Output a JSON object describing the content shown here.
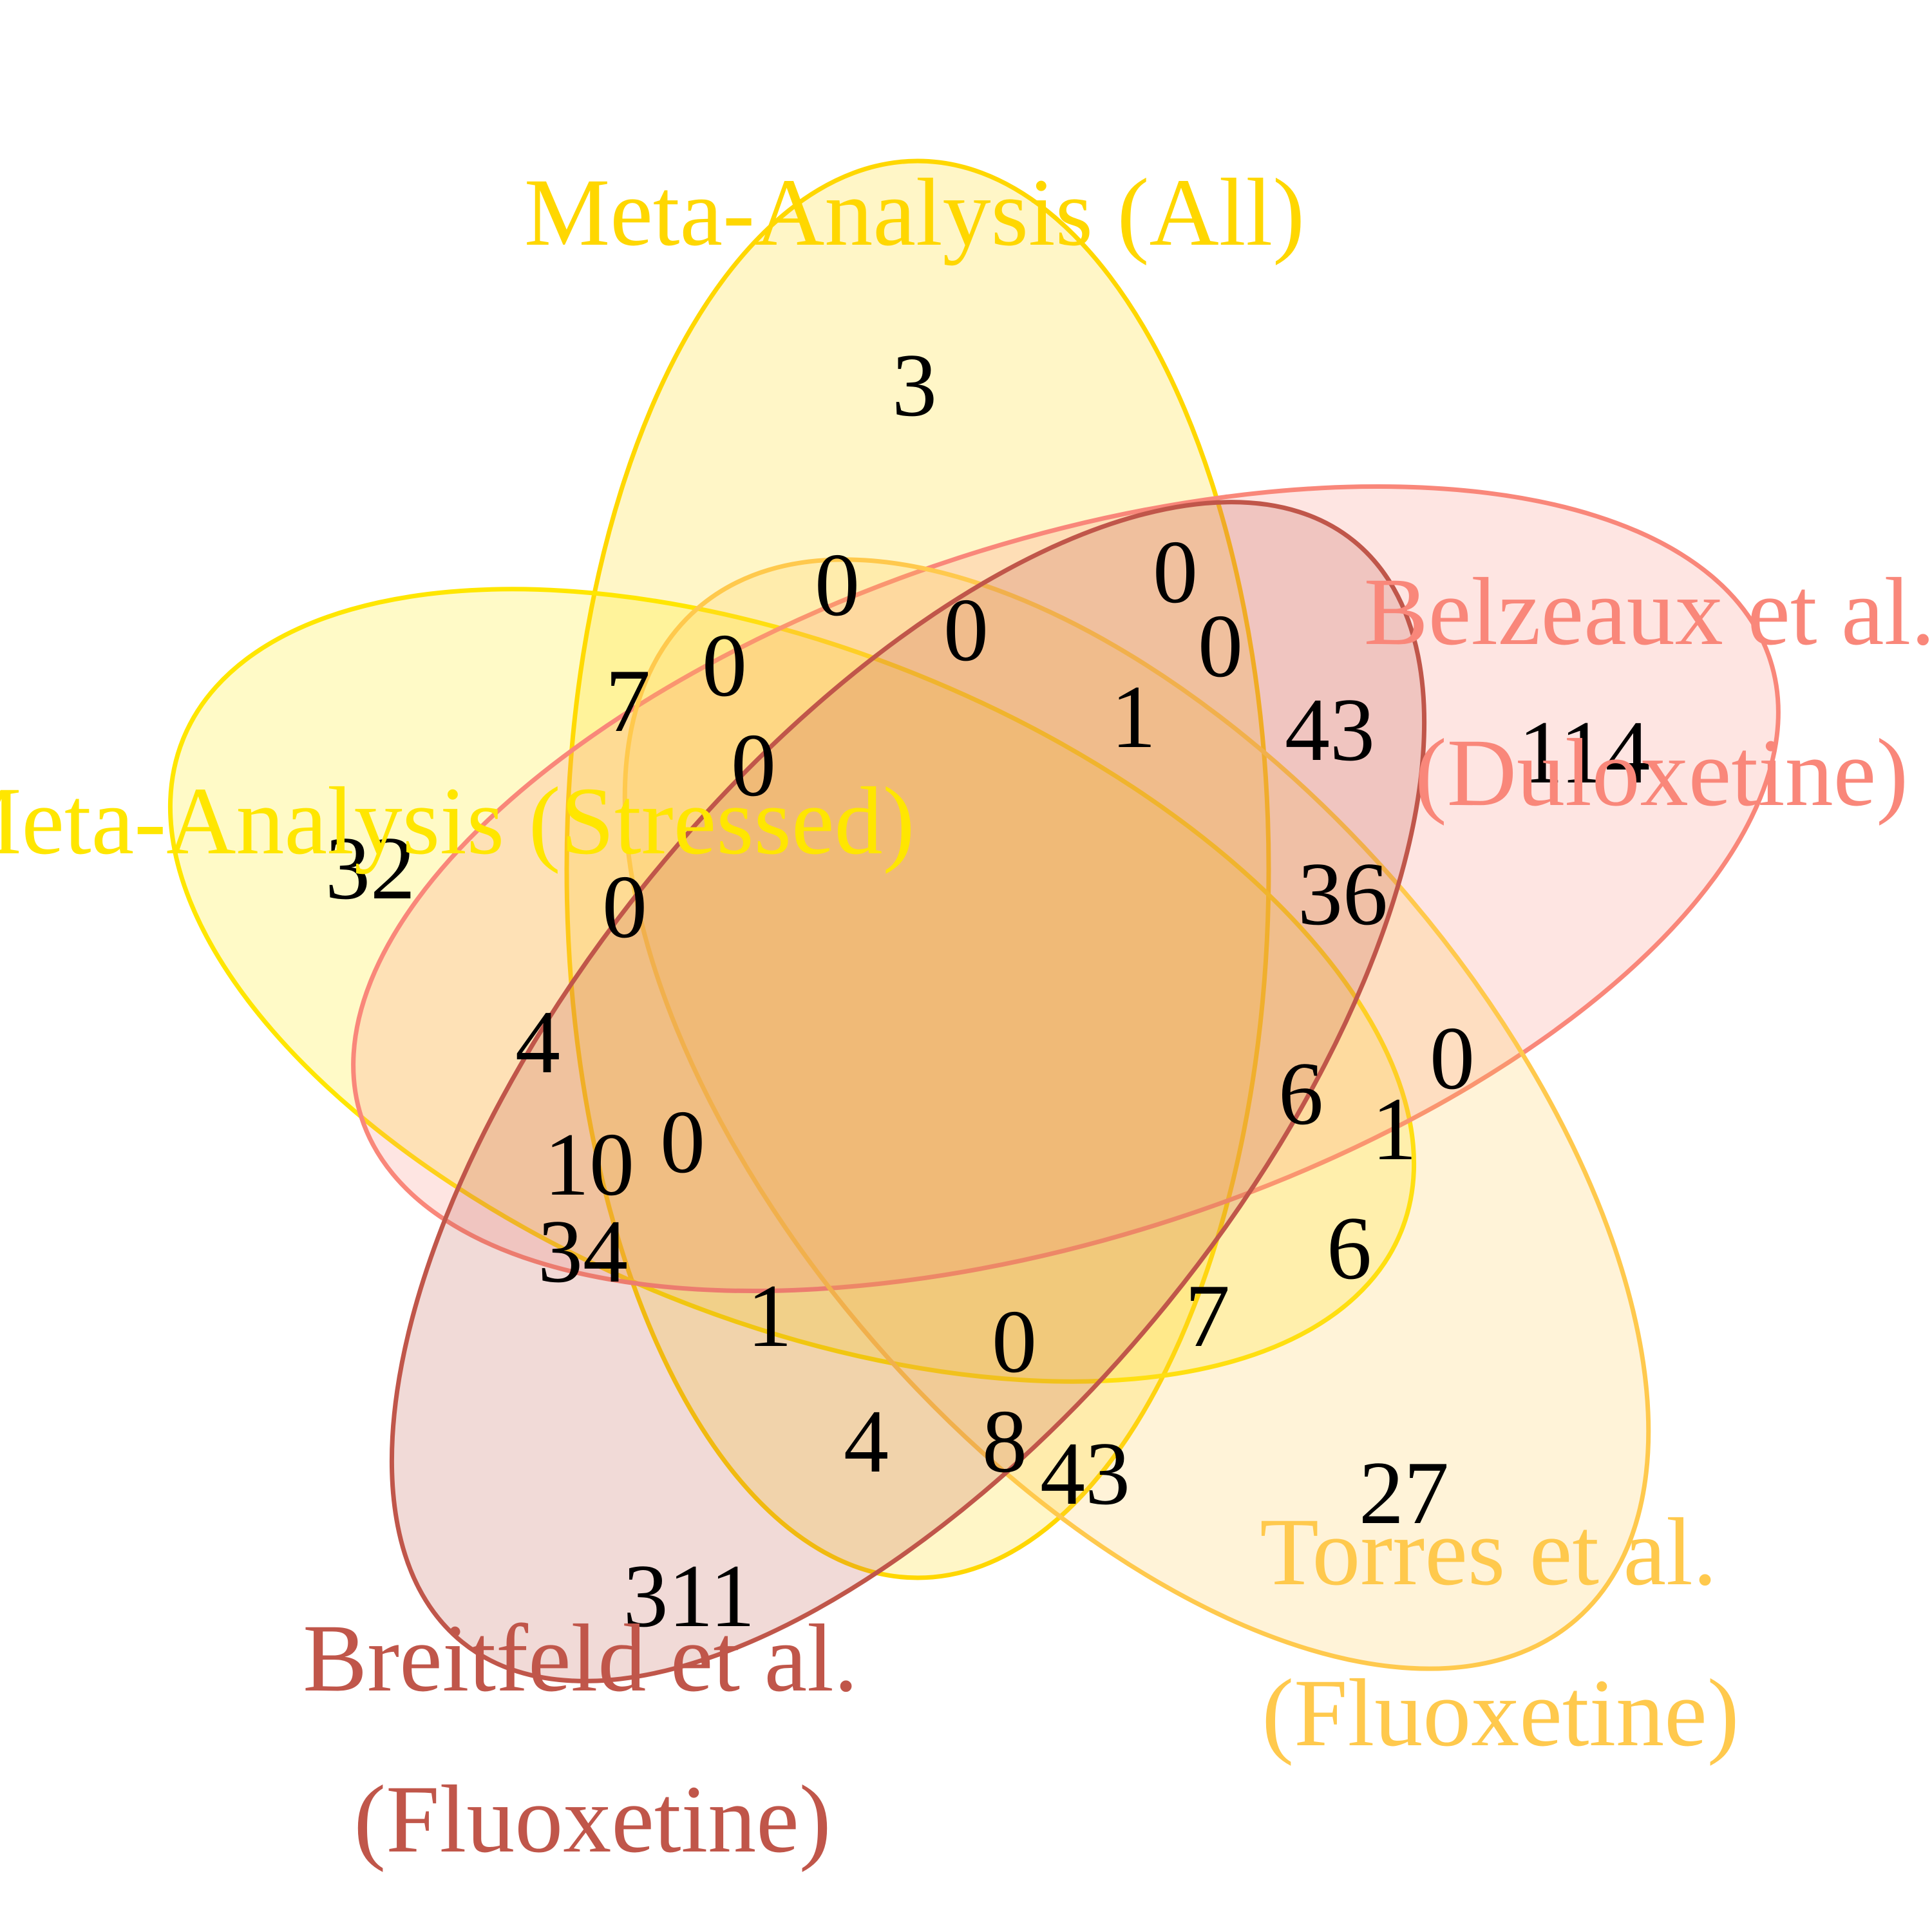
{
  "chart_data": {
    "type": "venn",
    "sets": [
      {
        "key": "meta_all",
        "name": "Meta-Analysis (All)",
        "color": "#FFD700"
      },
      {
        "key": "meta_stressed",
        "name": "Meta-Analysis (Stressed)",
        "color": "#FFE600"
      },
      {
        "key": "belzeaux",
        "name": "Belzeaux et al. (Duloxetine)",
        "color": "#F9877A"
      },
      {
        "key": "torres",
        "name": "Torres et al. (Fluoxetine)",
        "color": "#FFC94D"
      },
      {
        "key": "breitfeld",
        "name": "Breitfeld et al. (Fluoxetine)",
        "color": "#C0564A"
      }
    ],
    "labels": {
      "meta_all": [
        "Meta-Analysis (All)"
      ],
      "meta_stressed": [
        "Meta-Analysis (Stressed)"
      ],
      "belzeaux": [
        "Belzeaux et al.",
        "(Duloxetine)"
      ],
      "torres": [
        "Torres et al.",
        "(Fluoxetine)"
      ],
      "breitfeld": [
        "Breitfeld et al.",
        "(Fluoxetine)"
      ]
    },
    "counts": [
      "3",
      "32",
      "114",
      "27",
      "311",
      "0",
      "0",
      "0",
      "0",
      "7",
      "0",
      "1",
      "43",
      "0",
      "36",
      "4",
      "0",
      "10",
      "34",
      "1",
      "0",
      "4",
      "0",
      "43",
      "8",
      "7",
      "6",
      "6",
      "0",
      "1"
    ]
  }
}
